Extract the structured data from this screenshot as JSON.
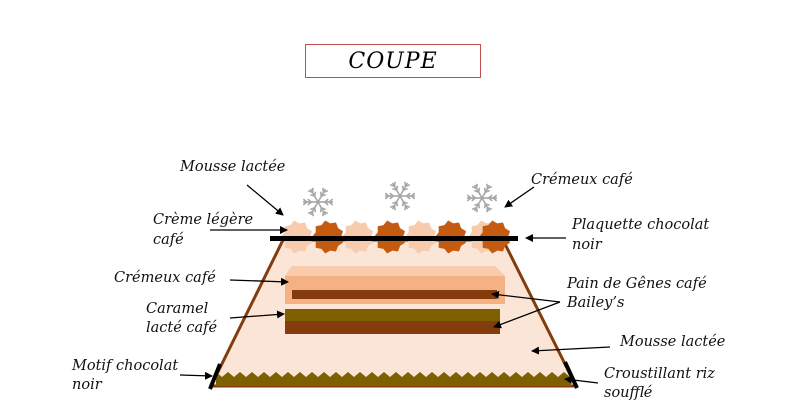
{
  "title": "COUPE",
  "labels": {
    "mousse_lactee_top": "Mousse lactée",
    "cremeux_cafe_top": "Crémeux café",
    "creme_legere_line1": "Crème légère",
    "creme_legere_line2": "café",
    "plaquette_line1": "Plaquette chocolat",
    "plaquette_line2": "noir",
    "cremeux_cafe_left": "Crémeux café",
    "pain_genes_line1": "Pain de Gênes café",
    "pain_genes_line2": "Bailey’s",
    "caramel_line1": "Caramel",
    "caramel_line2": "lacté café",
    "mousse_lactee_bottom": "Mousse lactée",
    "motif_line1": "Motif chocolat",
    "motif_line2": "noir",
    "croustillant_line1": "Croustillant riz",
    "croustillant_line2": "soufflé"
  },
  "colors": {
    "mousse": "#fbe5d6",
    "outline": "#843c0c",
    "cremeux": "#f4b183",
    "cremeux_dark": "#c55a11",
    "creme_legere": "#f8cbad",
    "pain_genes": "#843c0c",
    "caramel": "#7f6000",
    "croustillant": "#7f6000",
    "chocolat": "#000000",
    "title_border": "#c0504d"
  }
}
